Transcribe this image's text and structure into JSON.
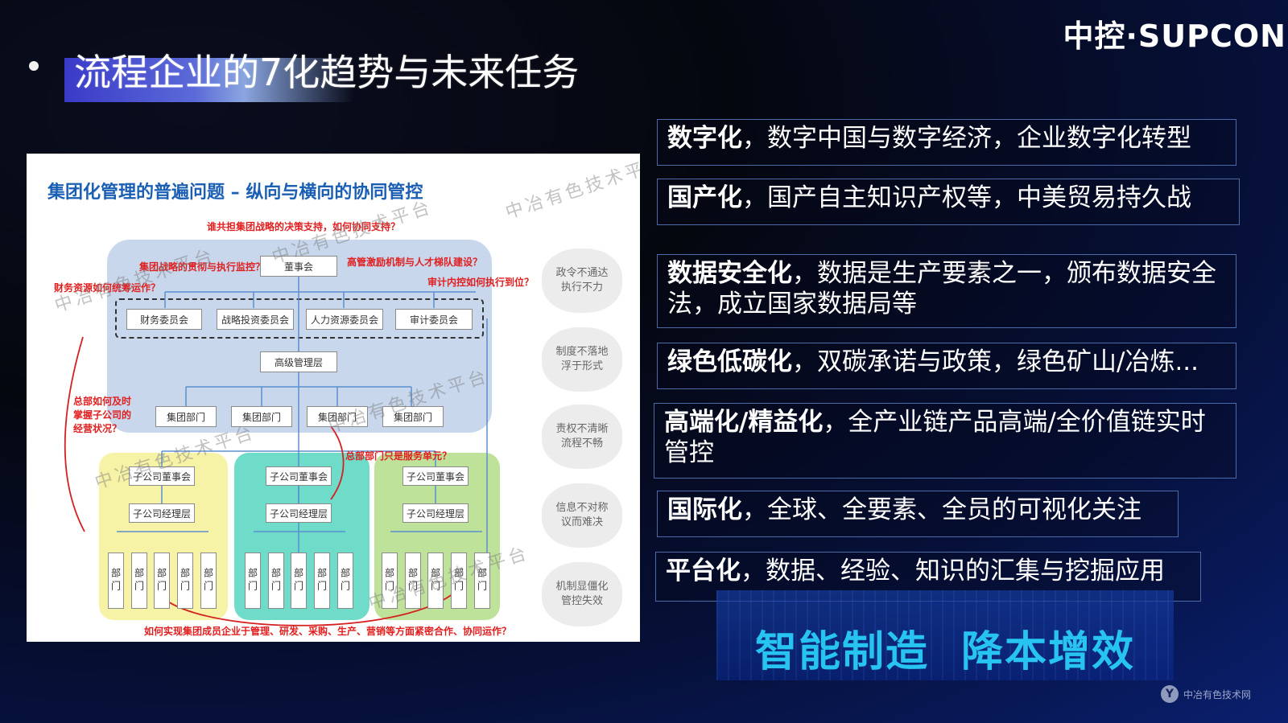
{
  "slide": {
    "title": "流程企业的7化趋势与未来任务",
    "logo": "中控·SUPCON"
  },
  "diagram": {
    "title": "集团化管理的普遍问题 – 纵向与横向的协同管控",
    "nodes": {
      "board": "董事会",
      "committees": [
        "财务委员会",
        "战略投资委员会",
        "人力资源委员会",
        "审计委员会"
      ],
      "senior_mgmt": "高级管理层",
      "group_depts": [
        "集团部门",
        "集团部门",
        "集团部门",
        "集团部门"
      ],
      "sub_board": "子公司董事会",
      "sub_mgmt": "子公司经理层",
      "dept": "部门"
    },
    "red_notes": {
      "top": "谁共担集团战略的决策支持，如何协同支持？",
      "strategy": "集团战略的贯彻与执行监控？",
      "finance": "财务资源如何统筹运作？",
      "hr": "高管激励机制与人才梯队建设？",
      "audit": "审计内控如何执行到位？",
      "hq_grasp": "总部如何及时掌握子公司的经营状况？",
      "service": "总部部门只是服务单元？",
      "bottom": "如何实现集团成员企业于管理、研发、采购、生产、营销等方面紧密合作、协同运作？"
    },
    "clouds": [
      [
        "政令不通达",
        "执行不力"
      ],
      [
        "制度不落地",
        "浮于形式"
      ],
      [
        "责权不清晰",
        "流程不畅"
      ],
      [
        "信息不对称",
        "议而难决"
      ],
      [
        "机制显僵化",
        "管控失效"
      ]
    ],
    "watermark": "中冶有色技术平台"
  },
  "trends": [
    {
      "bold": "数字化",
      "rest": "，数字中国与数字经济，企业数字化转型"
    },
    {
      "bold": "国产化",
      "rest": "，国产自主知识产权等，中美贸易持久战"
    },
    {
      "bold": "数据安全化",
      "rest": "，数据是生产要素之一，颁布数据安全法，成立国家数据局等"
    },
    {
      "bold": "绿色低碳化",
      "rest": "，双碳承诺与政策，绿色矿山/冶炼..."
    },
    {
      "bold": "高端化/精益化",
      "rest": "，全产业链产品高端/全价值链实时管控"
    },
    {
      "bold": "国际化",
      "rest": "，全球、全要素、全员的可视化关注"
    },
    {
      "bold": "平台化",
      "rest": "，数据、经验、知识的汇集与挖掘应用"
    }
  ],
  "banner": {
    "left": "智能制造",
    "right": "降本增效"
  },
  "footer": {
    "logo_glyph": "Y",
    "site": "中冶有色技术网"
  },
  "colors": {
    "accent_cyan": "#27c4f2",
    "title_blue": "#1a5fb4",
    "note_red": "#e02020"
  }
}
